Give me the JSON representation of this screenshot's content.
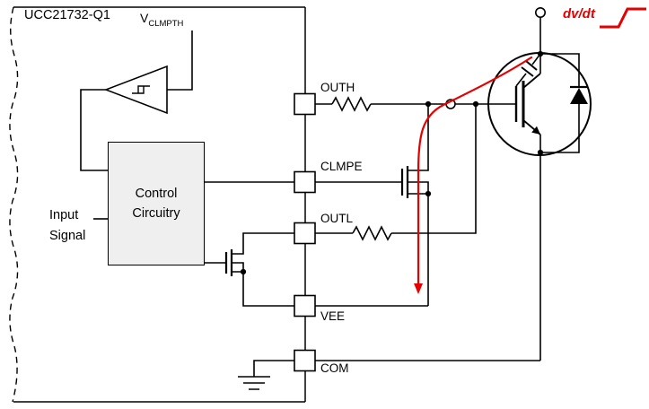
{
  "ic": {
    "name": "UCC21732-Q1",
    "vclmpth_main": "V",
    "vclmpth_sub": "CLMPTH",
    "control_line1": "Control",
    "control_line2": "Circuitry",
    "input_line1": "Input",
    "input_line2": "Signal"
  },
  "pins": [
    "OUTH",
    "CLMPE",
    "OUTL",
    "VEE",
    "COM"
  ],
  "annotations": {
    "dvdt": "dv/dt"
  },
  "colors": {
    "highlight_red": "#e60000",
    "block_fill": "#efefef",
    "line": "#000000",
    "background": "#ffffff"
  },
  "schematic_symbols": [
    "schmitt-comparator",
    "control-circuitry-block",
    "nmos-internal-pulldown",
    "nmos-external-miller-clamp",
    "gate-on-resistor",
    "gate-off-resistor",
    "igbt-in-circle",
    "freewheel-diode",
    "miller-capacitor",
    "ground-symbol",
    "collector-terminal",
    "gate-terminal",
    "miller-current-arrow",
    "dvdt-step-waveform"
  ]
}
